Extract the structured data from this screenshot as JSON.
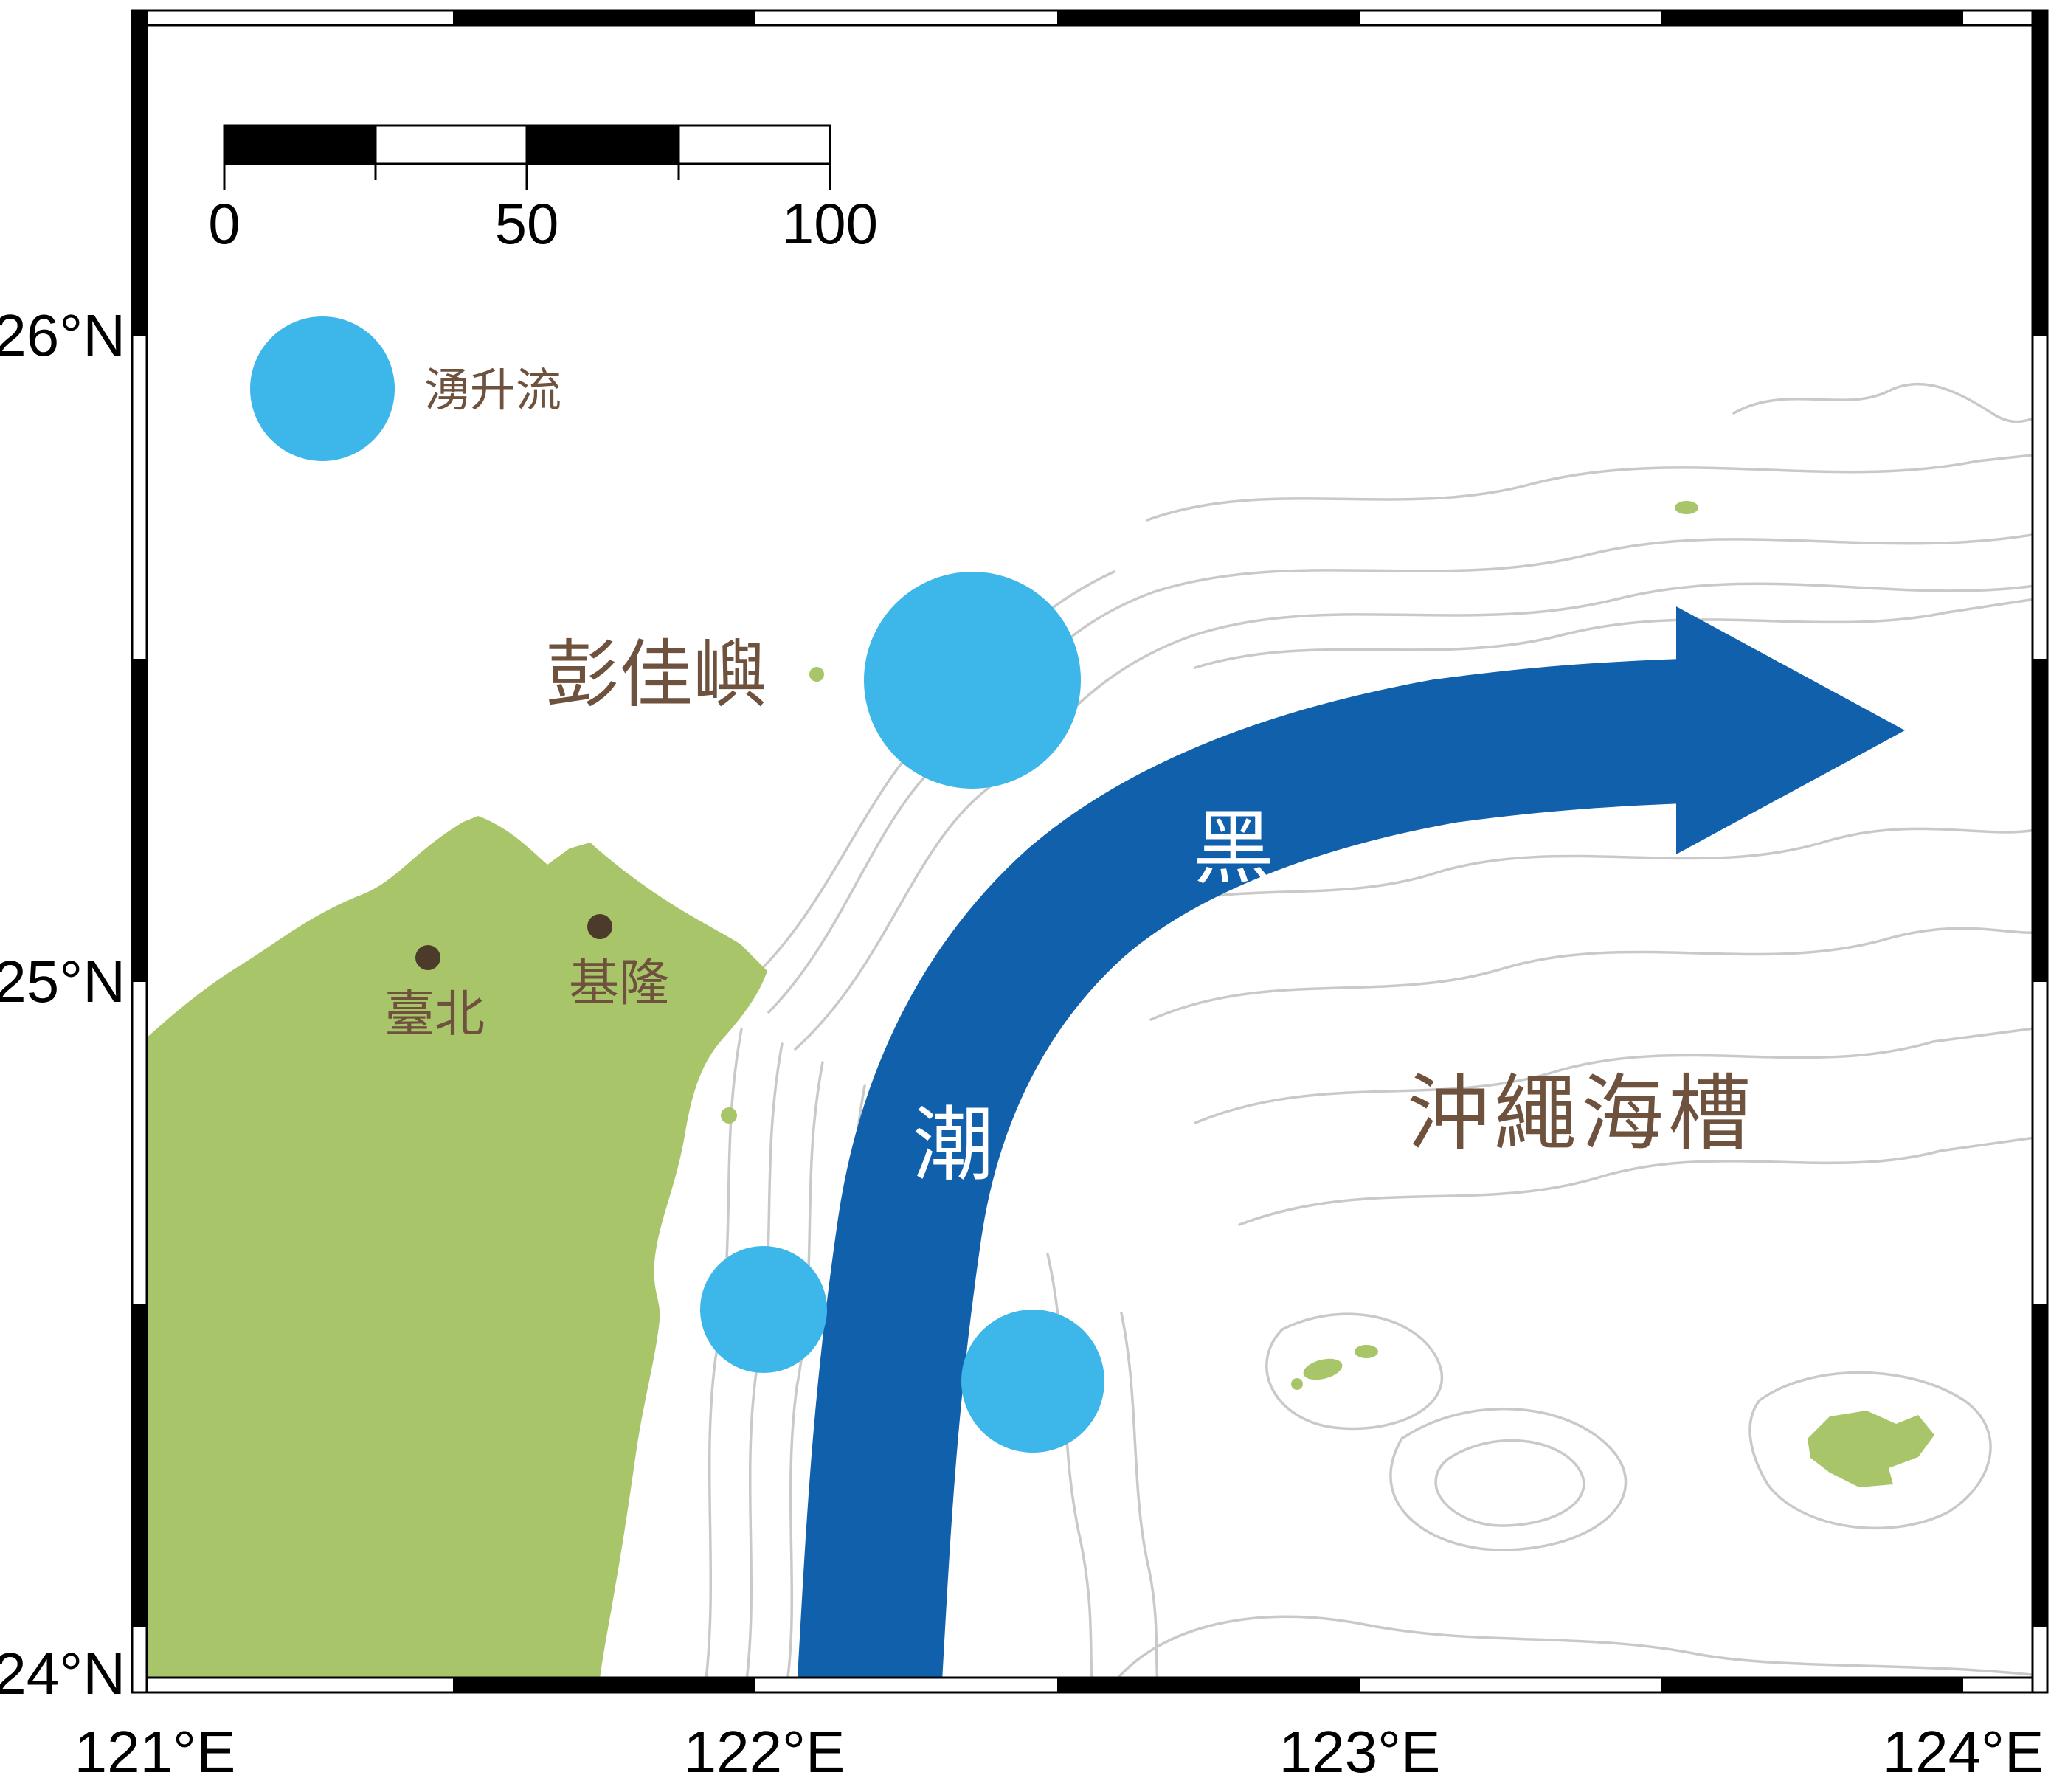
{
  "axes": {
    "lat": [
      "26°N",
      "25°N",
      "24°N"
    ],
    "lon": [
      "121°E",
      "122°E",
      "123°E",
      "124°E"
    ]
  },
  "scalebar": {
    "tick_labels": [
      "0",
      "50",
      "100"
    ]
  },
  "legend": {
    "upwelling_label": "湧升流"
  },
  "labels": {
    "pengjia_islet": "彭佳嶼",
    "taipei": "臺北",
    "keelung": "基隆",
    "okinawa_trough": "沖繩海槽",
    "kuroshio_first": "黑",
    "kuroshio_second": "潮"
  },
  "colors": {
    "land": "#A9C56A",
    "upwelling": "#3DB6E9",
    "kuroshio": "#1160AC",
    "label_brown": "#6E523E",
    "city_dot": "#4C3A2B",
    "current_text": "#FFFFFF",
    "contour": "#C9C9C9",
    "frame": "#000000"
  }
}
